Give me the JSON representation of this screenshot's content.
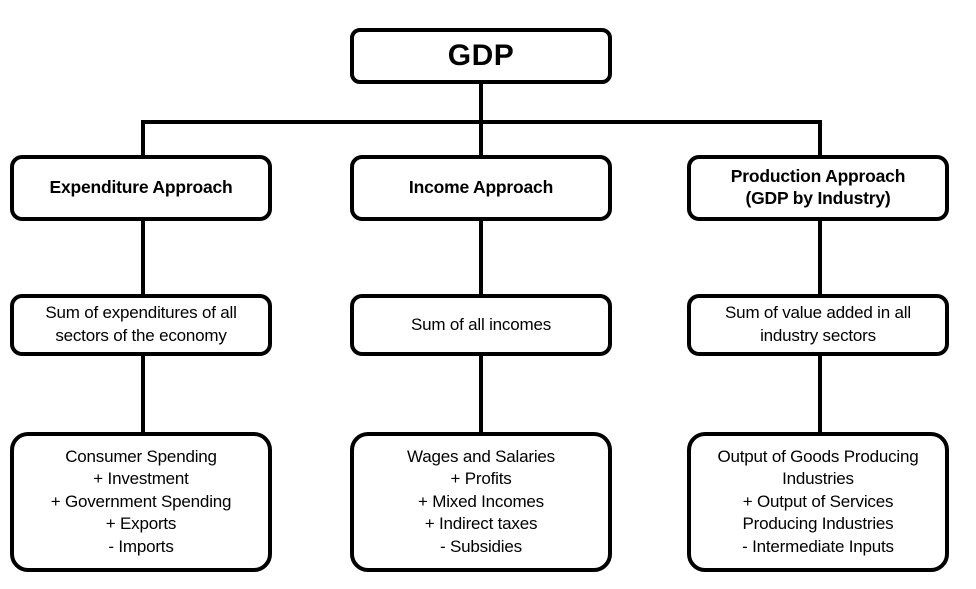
{
  "diagram": {
    "title": "GDP",
    "root": {
      "label": "GDP"
    },
    "columns": [
      {
        "approach": "Expenditure Approach",
        "definition": "Sum of expenditures of all\nsectors of the economy",
        "formula": "Consumer Spending\n+ Investment\n+ Government Spending\n+ Exports\n- Imports",
        "formula_lines": [
          "Consumer Spending",
          "+ Investment",
          "+ Government Spending",
          "+ Exports",
          "- Imports"
        ]
      },
      {
        "approach": "Income Approach",
        "definition": "Sum of all incomes",
        "formula": "Wages and Salaries\n+ Profits\n+ Mixed Incomes\n+ Indirect taxes\n- Subsidies",
        "formula_lines": [
          "Wages and Salaries",
          "+ Profits",
          "+ Mixed Incomes",
          "+ Indirect taxes",
          "- Subsidies"
        ]
      },
      {
        "approach": "Production Approach\n(GDP by Industry)",
        "definition": "Sum of value added in all\nindustry sectors",
        "formula": "Output of Goods Producing\nIndustries\n+ Output of Services\nProducing Industries\n- Intermediate Inputs",
        "formula_lines": [
          "Output of Goods Producing",
          "Industries",
          "+ Output of Services",
          "Producing Industries",
          "- Intermediate Inputs"
        ]
      }
    ],
    "colors": {
      "stroke": "#000000",
      "fill": "#ffffff",
      "text": "#000000"
    }
  }
}
